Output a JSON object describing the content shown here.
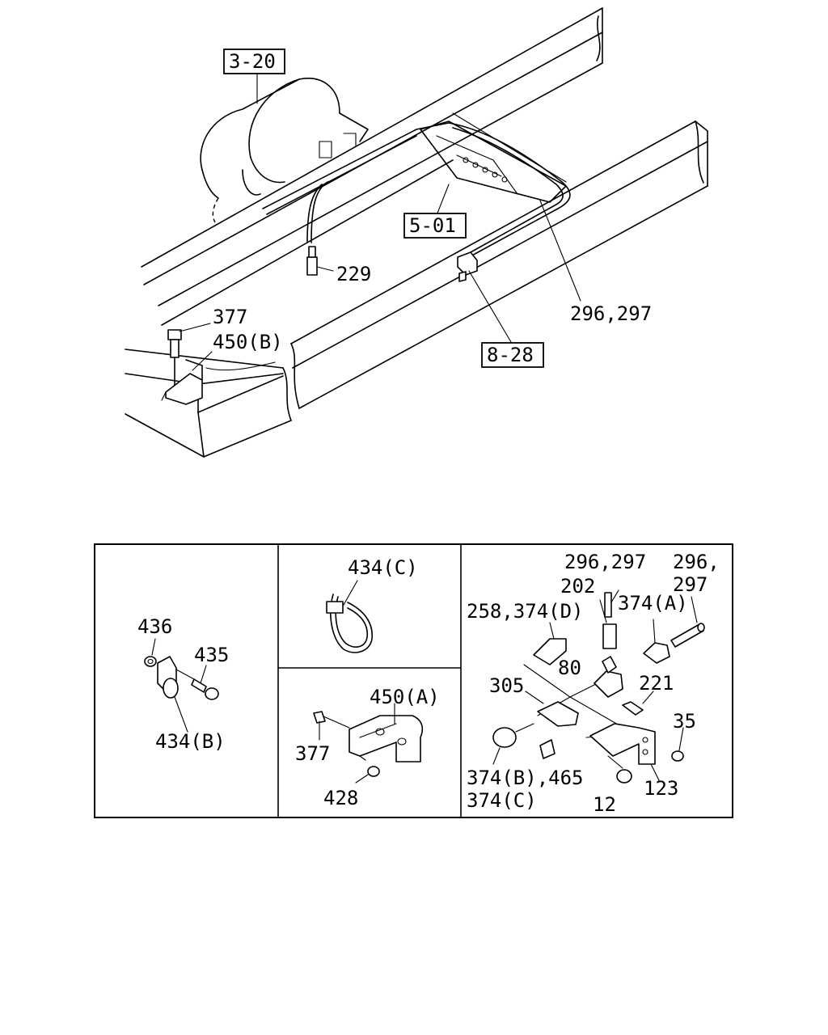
{
  "refs": {
    "r320": "3-20",
    "r501": "5-01",
    "r828": "8-28"
  },
  "main_labels": {
    "p229": "229",
    "p296_297": "296,297",
    "p377": "377",
    "p450b": "450(B)"
  },
  "panel1": {
    "p436": "436",
    "p435": "435",
    "p434b": "434(B)"
  },
  "panel2": {
    "p434c": "434(C)"
  },
  "panel3": {
    "p450a": "450(A)",
    "p377": "377",
    "p428": "428"
  },
  "panel4": {
    "p296_297a": "296,297",
    "p296": "296,",
    "p297": "297",
    "p202": "202",
    "p258_374d": "258,374(D)",
    "p374a": "374(A)",
    "p80": "80",
    "p305": "305",
    "p221": "221",
    "p35": "35",
    "p374b_465": "374(B),465",
    "p374c": "374(C)",
    "p12": "12",
    "p123": "123"
  }
}
